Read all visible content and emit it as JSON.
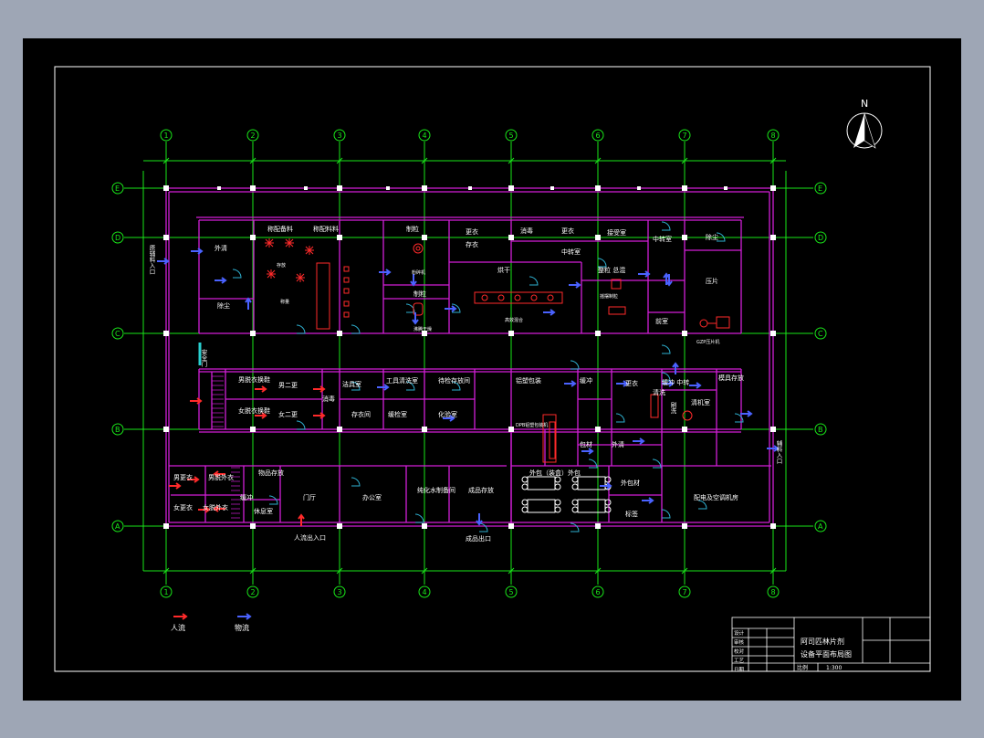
{
  "drawing": {
    "columns": [
      "1",
      "2",
      "3",
      "4",
      "5",
      "6",
      "7",
      "8"
    ],
    "rows": [
      "E",
      "D",
      "C",
      "B",
      "A"
    ],
    "north": "N",
    "rooms": [
      {
        "id": "r1",
        "label": "外清"
      },
      {
        "id": "r2",
        "label": "除尘"
      },
      {
        "id": "r3",
        "label": "称配备料"
      },
      {
        "id": "r4",
        "label": "称配料料"
      },
      {
        "id": "r5",
        "label": "制粒"
      },
      {
        "id": "r6",
        "label": "更衣"
      },
      {
        "id": "r7",
        "label": "存衣"
      },
      {
        "id": "r8",
        "label": "消毒"
      },
      {
        "id": "r9",
        "label": "更衣"
      },
      {
        "id": "r10",
        "label": "接受室"
      },
      {
        "id": "r11",
        "label": "中转室"
      },
      {
        "id": "r12",
        "label": "中转室"
      },
      {
        "id": "r13",
        "label": "除尘"
      },
      {
        "id": "r14",
        "label": "烘干"
      },
      {
        "id": "r15",
        "label": "整粒 总混"
      },
      {
        "id": "r16",
        "label": "压片"
      },
      {
        "id": "r17",
        "label": "前室"
      },
      {
        "id": "r18",
        "label": "制粒"
      },
      {
        "id": "r19",
        "label": "安全门"
      },
      {
        "id": "r20",
        "label": "男脱衣换鞋"
      },
      {
        "id": "r21",
        "label": "男二更"
      },
      {
        "id": "r22",
        "label": "女脱衣换鞋"
      },
      {
        "id": "r23",
        "label": "女二更"
      },
      {
        "id": "r24",
        "label": "消毒"
      },
      {
        "id": "r25",
        "label": "洁具室"
      },
      {
        "id": "r26",
        "label": "工具清洗室"
      },
      {
        "id": "r27",
        "label": "待检存放间"
      },
      {
        "id": "r28",
        "label": "存衣间"
      },
      {
        "id": "r29",
        "label": "缓检室"
      },
      {
        "id": "r30",
        "label": "化验室"
      },
      {
        "id": "r31",
        "label": "铝塑包装"
      },
      {
        "id": "r32",
        "label": "缓冲"
      },
      {
        "id": "r33",
        "label": "更衣"
      },
      {
        "id": "r34",
        "label": "缓冲 中转"
      },
      {
        "id": "r35",
        "label": "模具存放"
      },
      {
        "id": "r36",
        "label": "刷洗"
      },
      {
        "id": "r37",
        "label": "清洗"
      },
      {
        "id": "r38",
        "label": "清机室"
      },
      {
        "id": "r39",
        "label": "包材"
      },
      {
        "id": "r40",
        "label": "外清"
      },
      {
        "id": "r41",
        "label": "辅料入口"
      },
      {
        "id": "r42",
        "label": "物品存放"
      },
      {
        "id": "r43",
        "label": "男更衣"
      },
      {
        "id": "r44",
        "label": "男脱外衣"
      },
      {
        "id": "r45",
        "label": "女更衣"
      },
      {
        "id": "r46",
        "label": "女脱外衣"
      },
      {
        "id": "r47",
        "label": "缓冲"
      },
      {
        "id": "r48",
        "label": "休息室"
      },
      {
        "id": "r49",
        "label": "门厅"
      },
      {
        "id": "r50",
        "label": "办公室"
      },
      {
        "id": "r51",
        "label": "纯化水制备间"
      },
      {
        "id": "r52",
        "label": "成品存放"
      },
      {
        "id": "r53",
        "label": "外包（装盒）外包"
      },
      {
        "id": "r54",
        "label": "外包材"
      },
      {
        "id": "r55",
        "label": "标签"
      },
      {
        "id": "r56",
        "label": "配电及空调机房"
      },
      {
        "id": "r57",
        "label": "人流出入口"
      },
      {
        "id": "r58",
        "label": "成品出口"
      },
      {
        "id": "r59",
        "label": "原辅料入口"
      }
    ],
    "equipment": [
      {
        "id": "e1",
        "label": "存放"
      },
      {
        "id": "e2",
        "label": "称量"
      },
      {
        "id": "e3",
        "label": "粉碎机"
      },
      {
        "id": "e4",
        "label": "沸腾干燥"
      },
      {
        "id": "e5",
        "label": "高效混合"
      },
      {
        "id": "e6",
        "label": "摇摆制粒"
      },
      {
        "id": "e7",
        "label": "GZP压片机"
      },
      {
        "id": "e8",
        "label": "DPB铝塑包装机"
      }
    ],
    "legend": [
      {
        "label": "人流",
        "color": "#ff2a2a"
      },
      {
        "label": "物流",
        "color": "#4a62ff"
      }
    ],
    "title_block": {
      "title_line1": "阿司匹林片剂",
      "title_line2": "设备平面布局图",
      "scale_label": "比例",
      "scale_value": "1:300",
      "rows": [
        "设计",
        "审核",
        "校对",
        "工艺",
        "日期"
      ]
    }
  },
  "colors": {
    "grid": "#19e619",
    "wall": "#d21ed7",
    "door": "#2eb0d0",
    "frame": "#ffffff",
    "text": "#ffffff",
    "person_flow": "#ff2a2a",
    "material_flow": "#4a62ff",
    "equipment": "#ff2a2a"
  }
}
